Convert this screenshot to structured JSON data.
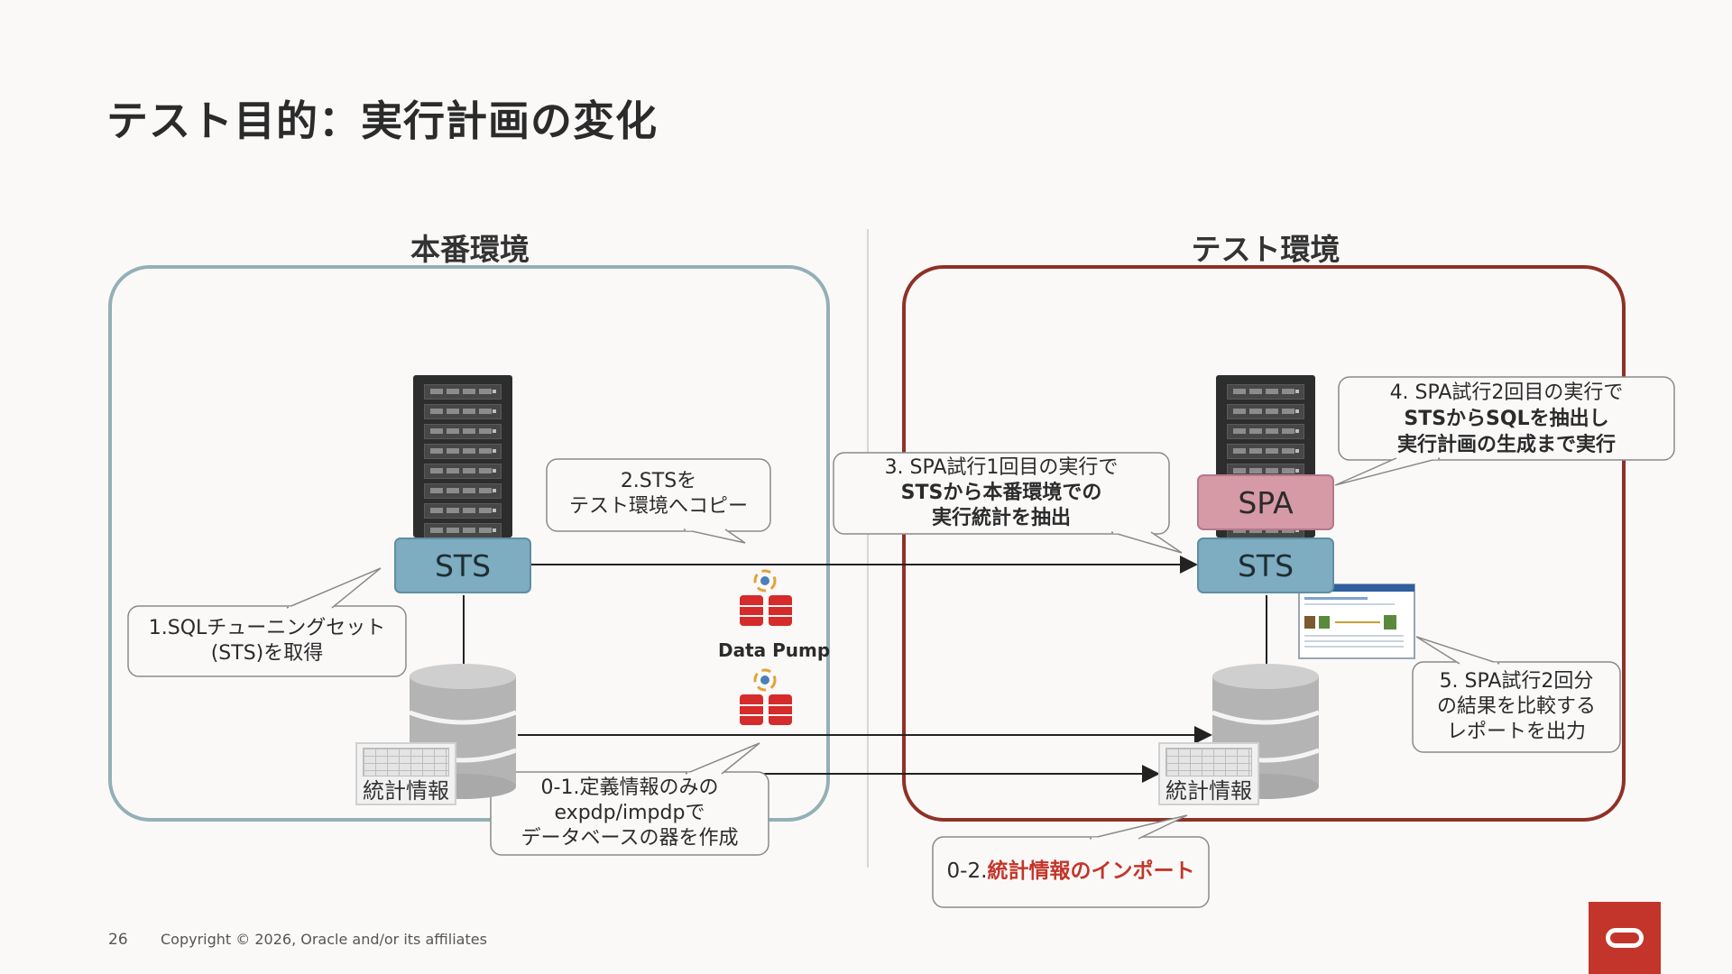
{
  "title": "テスト目的：実行計画の変化",
  "environments": {
    "production": "本番環境",
    "test": "テスト環境"
  },
  "boxes": {
    "sts_prod": "STS",
    "sts_test": "STS",
    "spa": "SPA"
  },
  "stats": {
    "prod_label": "統計情報",
    "test_label": "統計情報"
  },
  "data_pump": "Data Pump",
  "callouts": {
    "c1": [
      "1.SQLチューニングセット",
      "(STS)を取得"
    ],
    "c2": [
      "2.STSを",
      "テスト環境へコピー"
    ],
    "c3_line1": "3. SPA試行1回目の実行で",
    "c3_line2": "STSから本番環境での",
    "c3_line3": "実行統計を抽出",
    "c4_line1": "4. SPA試行2回目の実行で",
    "c4_line2": "STSからSQLを抽出し",
    "c4_line3": "実行計画の生成まで実行",
    "c5": [
      "5. SPA試行2回分",
      "の結果を比較する",
      "レポートを出力"
    ],
    "c01": [
      "0-1.定義情報のみの",
      "expdp/impdpで",
      "データベースの器を作成"
    ],
    "c02_prefix": "0-2.",
    "c02_bold": "統計情報のインポート"
  },
  "footer": {
    "page": "26",
    "copyright": "Copyright © 2026, Oracle and/or its affiliates"
  },
  "colors": {
    "prod_border": "#93b0b6",
    "test_border": "#8f3126",
    "sts": "#7eacc0",
    "spa": "#d59aa6",
    "accent": "#c3352a"
  }
}
